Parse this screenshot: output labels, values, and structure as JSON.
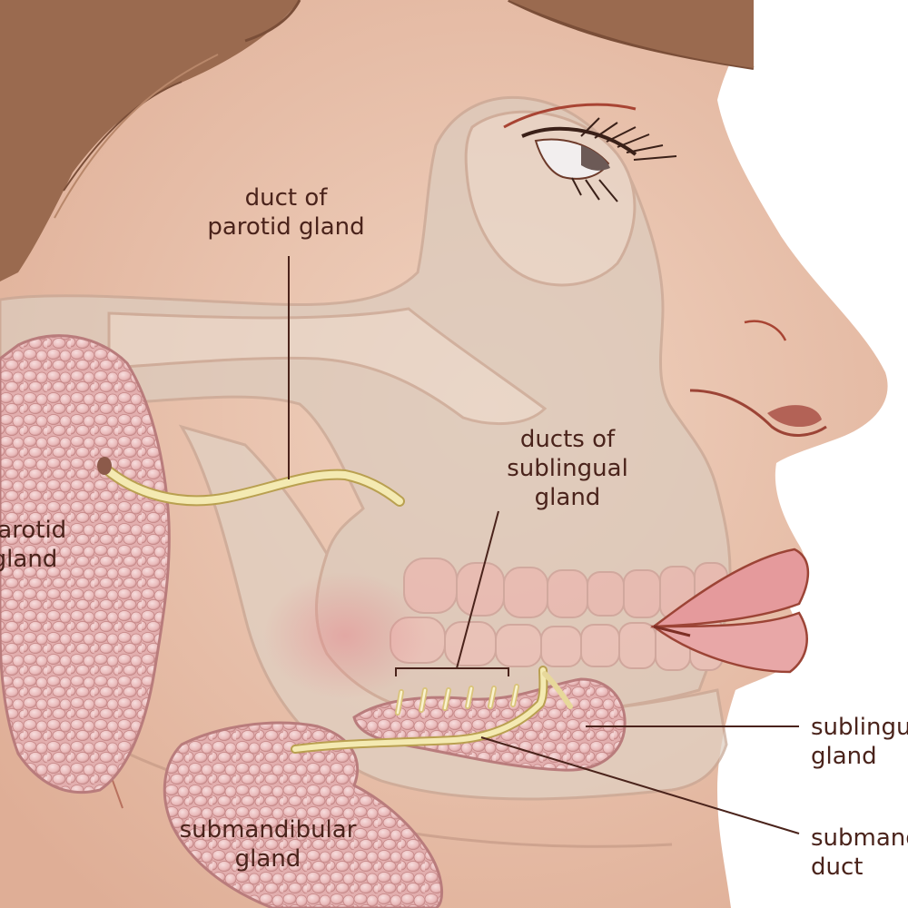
{
  "labels": {
    "parotid_duct": {
      "line1": "duct of",
      "line2": "parotid gland"
    },
    "parotid_gland": {
      "line1": "parotid",
      "line2": "gland"
    },
    "sublingual_ducts": {
      "line1": "ducts of",
      "line2": "sublingual",
      "line3": "gland"
    },
    "sublingual_gland": {
      "line1": "sublingual",
      "line2": "gland"
    },
    "submandibular_duct": {
      "line1": "submandibular",
      "line2": "duct"
    },
    "submandibular_gland": {
      "line1": "submandibular",
      "line2": "gland"
    }
  },
  "colors": {
    "skin": "#e8c3ac",
    "hair": "#9a6a4f",
    "gland": "#e6b4b4",
    "duct": "#efe3a2",
    "skull": "#d9c8ba",
    "lip": "#e59a9c",
    "label_text": "#4a231b",
    "outline": "#9c4436"
  }
}
